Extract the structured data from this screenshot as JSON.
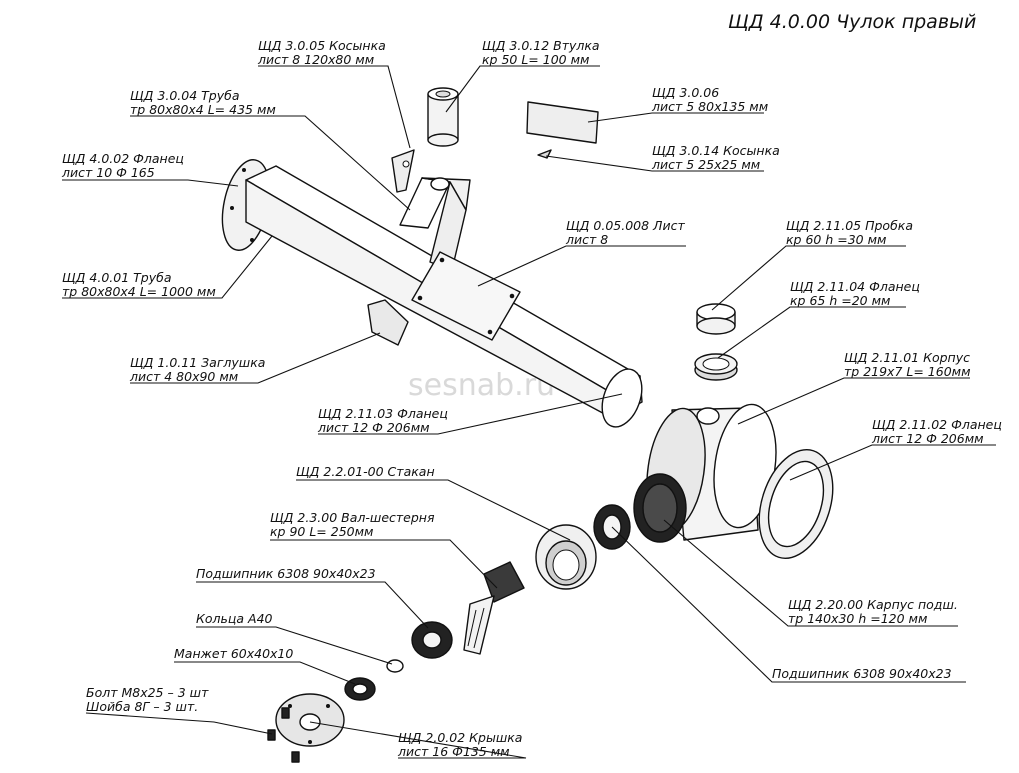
{
  "title": "ЩД 4.0.00 Чулок правый",
  "watermark": "sesnab.ru",
  "labels": {
    "kosynka_3005": [
      "ЩД 3.0.05 Косынка",
      "лист 8     120х80 мм"
    ],
    "vtulka_3012": [
      "ЩД 3.0.12 Втулка",
      "кр 50 L= 100 мм"
    ],
    "truba_3004": [
      "ЩД 3.0.04 Труба",
      "тр 80х80х4 L= 435 мм"
    ],
    "list_3006": [
      "ЩД 3.0.06",
      "лист 5 80х135 мм"
    ],
    "flanec_4002": [
      "ЩД 4.0.02 Фланец",
      "лист 10 Ф 165"
    ],
    "kosynka_3014": [
      "ЩД 3.0.14 Косынка",
      "лист 5 25х25 мм"
    ],
    "list_05008": [
      "ЩД 0.05.008 Лист",
      "лист 8"
    ],
    "probka_21105": [
      "ЩД 2.11.05 Пробка",
      "кр 60 h =30 мм"
    ],
    "truba_4001": [
      "ЩД 4.0.01 Труба",
      "тр 80х80х4 L= 1000 мм"
    ],
    "flanec_21104": [
      "ЩД 2.11.04 Фланец",
      "кр 65 h =20 мм"
    ],
    "zaglushka_1011": [
      "ЩД 1.0.11 Заглушка",
      "лист 4     80х90 мм"
    ],
    "korpus_21101": [
      "ЩД 2.11.01 Корпус",
      "тр 219х7 L= 160мм"
    ],
    "flanec_21103": [
      "ЩД 2.11.03 Фланец",
      "лист 12 Ф 206мм"
    ],
    "flanec_21102": [
      "ЩД 2.11.02 Фланец",
      "лист 12 Ф 206мм"
    ],
    "stakan_2201": [
      "ЩД 2.2.01-00 Стакан"
    ],
    "val_2300": [
      "ЩД 2.3.00 Вал-шестерня",
      "кр 90 L= 250мм"
    ],
    "podshipnik_left": [
      "Подшипник 6308   90х40х23"
    ],
    "korpus_2200": [
      "ЩД 2.20.00 Карпус подш.",
      "тр 140х30 h =120 мм"
    ],
    "kolca": [
      "Кольца А40"
    ],
    "manzhet": [
      "Манжет 60х40х10"
    ],
    "podshipnik_right": [
      "Подшипник 6308   90х40х23"
    ],
    "bolt": [
      "Болт М8х25 – 3 шт",
      "Шойба 8Г – 3 шт."
    ],
    "kryshka_2002": [
      "ЩД 2.0.02 Крышка",
      "лист 16 Ф135 мм"
    ]
  }
}
